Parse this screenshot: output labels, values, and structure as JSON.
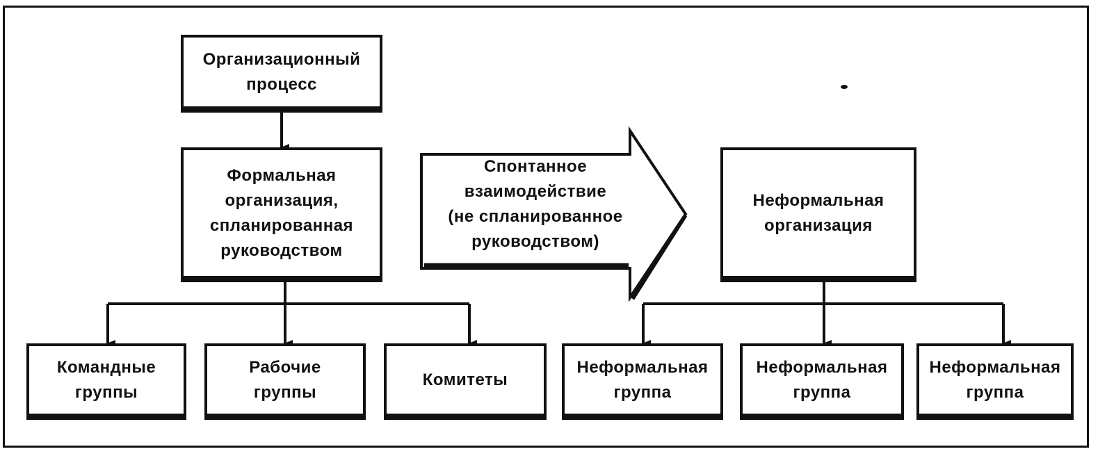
{
  "org_process": "Организационный\nпроцесс",
  "formal_org": "Формальная\nорганизация,\nспланированная\nруководством",
  "spontaneous": "Спонтанное\nвзаимодействие\n(не спланированное\nруководством)",
  "informal_org": "Неформальная\nорганизация",
  "formal_groups": [
    "Командные\nгруппы",
    "Рабочие\nгруппы",
    "Комитеты"
  ],
  "informal_groups": [
    "Неформальная\nгруппа",
    "Неформальная\nгруппа",
    "Неформальная\nгруппа"
  ]
}
